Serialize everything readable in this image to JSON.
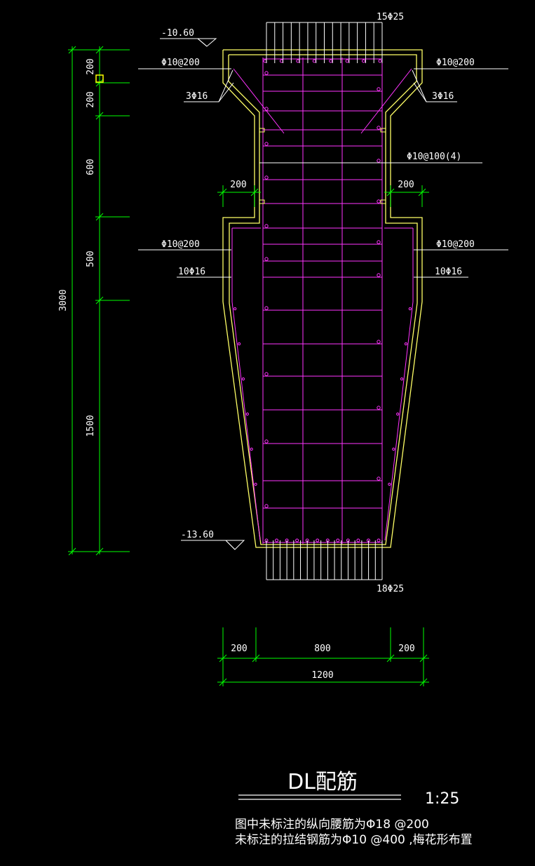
{
  "colors": {
    "background": "#000000",
    "outline": "#ffff66",
    "rebar": "#ff33ff",
    "dimension": "#00ff00",
    "text": "#ffffff",
    "leader": "#ffffff"
  },
  "elevations": {
    "top": "-10.60",
    "bottom": "-13.60"
  },
  "rebar_labels": {
    "top_main": "15Φ25",
    "bottom_main": "18Φ25",
    "stirrup_left_top": "Φ10@200",
    "stirrup_right_top": "Φ10@200",
    "haunch_left": "3Φ16",
    "haunch_right": "3Φ16",
    "stirrup_middle": "Φ10@100(4)",
    "stirrup_left_mid": "Φ10@200",
    "stirrup_right_mid": "Φ10@200",
    "side_left": "10Φ16",
    "side_right": "10Φ16"
  },
  "vertical_dims": {
    "total": "3000",
    "segments": [
      "200",
      "200",
      "600",
      "500",
      "1500"
    ]
  },
  "offset_dims": {
    "left": "200",
    "right": "200"
  },
  "horizontal_dims": {
    "segments": [
      "200",
      "800",
      "200"
    ],
    "total": "1200"
  },
  "title": {
    "name": "DL配筋",
    "scale": "1:25"
  },
  "notes": [
    "图中未标注的纵向腰筋为Φ18 @200",
    "未标注的拉结钢筋为Φ10 @400 ,梅花形布置"
  ]
}
